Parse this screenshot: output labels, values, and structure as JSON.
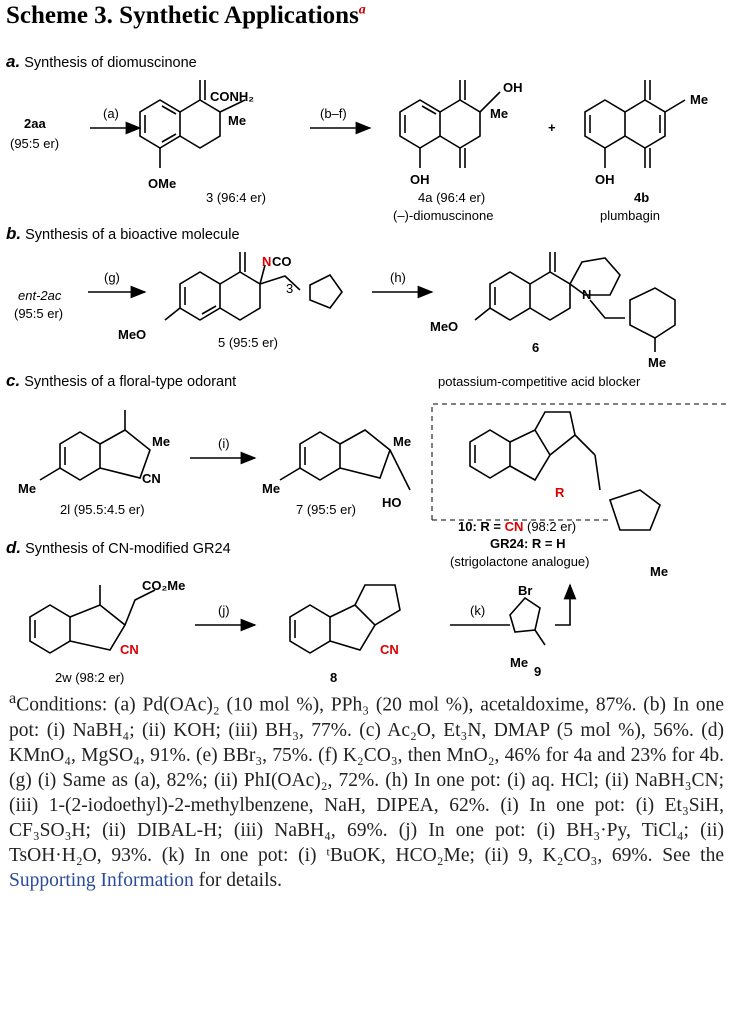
{
  "title": "Scheme 3. Synthetic Applications",
  "title_sup": "a",
  "sections": {
    "a": {
      "letter": "a.",
      "label": "Synthesis of diomuscinone"
    },
    "b": {
      "letter": "b.",
      "label": "Synthesis of a bioactive molecule"
    },
    "c": {
      "letter": "c.",
      "label": "Synthesis of a floral-type odorant"
    },
    "d": {
      "letter": "d.",
      "label": "Synthesis of CN-modified GR24"
    }
  },
  "labels": {
    "a_start": "2aa",
    "a_start_er": "(95:5 er)",
    "a_step1": "(a)",
    "a_step2": "(b–f)",
    "a_conh2": "CONH₂",
    "a_me": "Me",
    "a_ome": "OMe",
    "a_cmpd3": "3 (96:4 er)",
    "a_oh_top": "OH",
    "a_me2": "Me",
    "a_oh1": "OH",
    "a_cmpd4a": "4a (96:4 er)",
    "a_diomus": "(–)-diomuscinone",
    "a_plus": "+",
    "a_me3": "Me",
    "a_oh2": "OH",
    "a_cmpd4b": "4b",
    "a_plumbagin": "plumbagin",
    "b_start": "ent-2ac",
    "b_start_er": "(95:5 er)",
    "b_step1": "(g)",
    "b_step2": "(h)",
    "b_n": "N",
    "b_co": "CO",
    "b_sub3": "3",
    "b_meo": "MeO",
    "b_cmpd5": "5 (95:5 er)",
    "b_meo2": "MeO",
    "b_n2": "N",
    "b_cmpd6": "6",
    "b_me": "Me",
    "b_blocker": "potassium-competitive acid blocker",
    "c_me1": "Me",
    "c_cn": "CN",
    "c_me_ring": "Me",
    "c_cmpd2l": "2l (95.5:4.5 er)",
    "c_step": "(i)",
    "c_me2": "Me",
    "c_me_ring2": "Me",
    "c_ho": "HO",
    "c_cmpd7": "7 (95:5 er)",
    "c_r": "R",
    "c_cmpd10": "10: R = ",
    "c_cmpd10_cn": "CN",
    "c_cmpd10_er": " (98:2 er)",
    "c_gr24": "GR24: R = H",
    "c_strigo": "(strigolactone analogue)",
    "c_me3": "Me",
    "d_co2me": "CO₂Me",
    "d_cn": "CN",
    "d_cmpd2w": "2w (98:2 er)",
    "d_step_j": "(j)",
    "d_cn2": "CN",
    "d_cmpd8": "8",
    "d_step_k": "(k)",
    "d_br": "Br",
    "d_me": "Me",
    "d_cmpd9": "9"
  },
  "footnote": {
    "sup": "a",
    "text": "Conditions: (a) Pd(OAc)₂ (10 mol %), PPh₃ (20 mol %), acetaldoxime, 87%. (b) In one pot: (i) NaBH₄; (ii) KOH; (iii) BH₃, 77%. (c) Ac₂O, Et₃N, DMAP (5 mol %), 56%. (d) KMnO₄, MgSO₄, 91%. (e) BBr₃, 75%. (f) K₂CO₃, then MnO₂, 46% for 4a and 23% for 4b. (g) (i) Same as (a), 82%; (ii) PhI(OAc)₂, 72%. (h) In one pot: (i) aq. HCl; (ii) NaBH₃CN; (iii) 1-(2-iodoethyl)-2-methylbenzene, NaH, DIPEA, 62%. (i) In one pot: (i) Et₃SiH, CF₃SO₃H; (ii) DIBAL-H; (iii) NaBH₄, 69%. (j) In one pot: (i) BH₃·Py, TiCl₄; (ii) TsOH·H₂O, 93%. (k) In one pot: (i) ᵗBuOK, HCO₂Me; (ii) 9, K₂CO₃, 69%. See the ",
    "link": "Supporting Information",
    "tail": " for details."
  }
}
